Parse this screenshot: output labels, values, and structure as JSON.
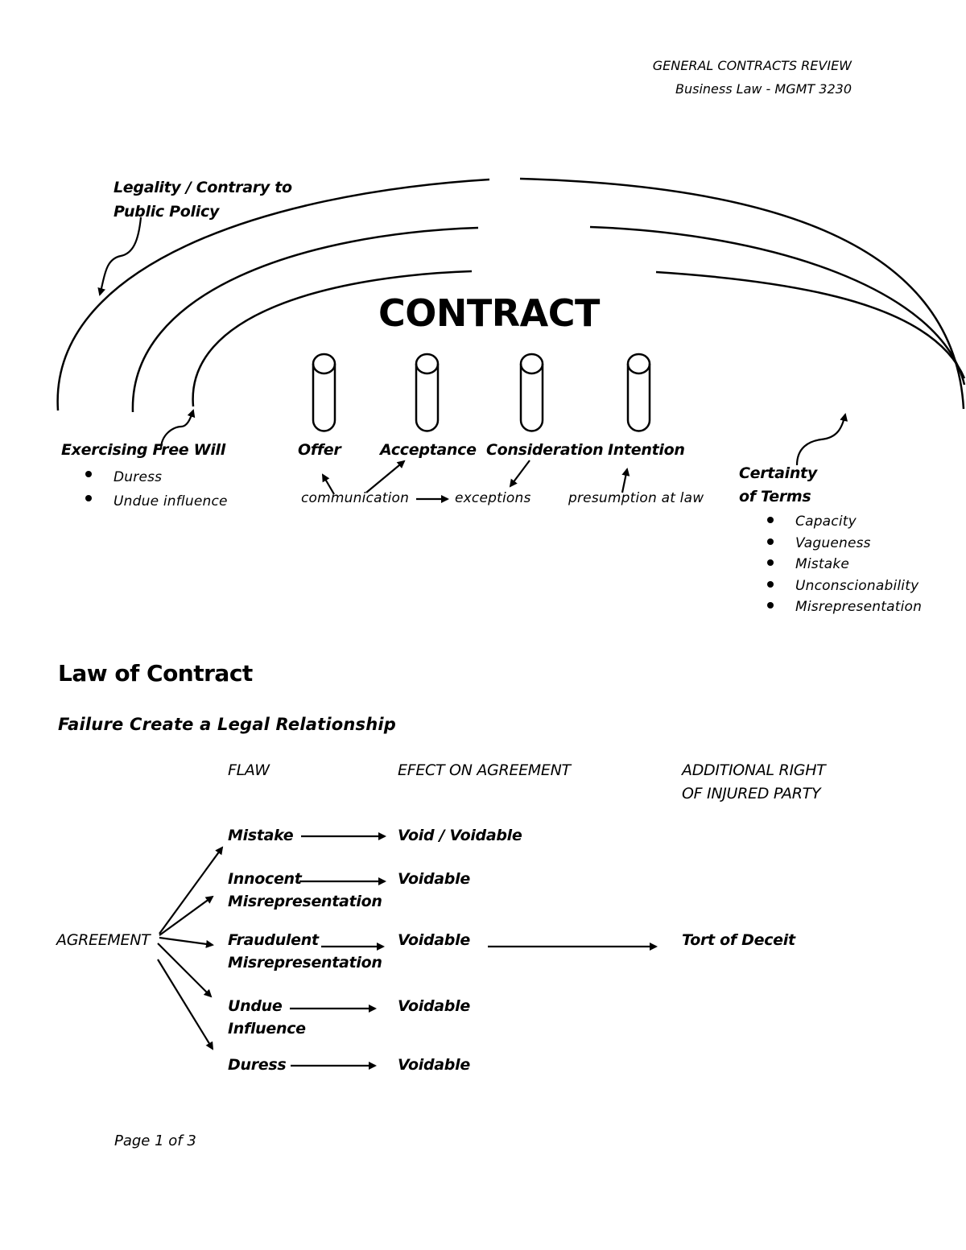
{
  "header": {
    "line1": "GENERAL CONTRACTS REVIEW",
    "line2": "Business Law - MGMT 3230"
  },
  "diagram": {
    "legality_line1": "Legality / Contrary to",
    "legality_line2": "Public Policy",
    "title": "CONTRACT",
    "free_will": {
      "label": "Exercising Free Will",
      "items": [
        "Duress",
        "Undue influence"
      ]
    },
    "pillars": {
      "offer": "Offer",
      "acceptance": "Acceptance",
      "consideration": "Consideration",
      "intention": "Intention"
    },
    "notes": {
      "communication": "communication",
      "exceptions": "exceptions",
      "presumption": "presumption at law"
    },
    "certainty": {
      "line1": "Certainty",
      "line2": "of Terms",
      "items": [
        "Capacity",
        "Vagueness",
        "Mistake",
        "Unconscionability",
        "Misrepresentation"
      ]
    }
  },
  "law": {
    "heading": "Law of Contract",
    "subheading": "Failure Create a Legal Relationship",
    "columns": {
      "flaw": "FLAW",
      "effect": "EFECT ON AGREEMENT",
      "additional_line1": "ADDITIONAL RIGHT",
      "additional_line2": "OF INJURED PARTY"
    },
    "agreement": "AGREEMENT",
    "rows": [
      {
        "flaw_line1": "Mistake",
        "flaw_line2": "",
        "effect": "Void / Voidable",
        "additional": ""
      },
      {
        "flaw_line1": "Innocent",
        "flaw_line2": "Misrepresentation",
        "effect": "Voidable",
        "additional": ""
      },
      {
        "flaw_line1": "Fraudulent",
        "flaw_line2": "Misrepresentation",
        "effect": "Voidable",
        "additional": "Tort of Deceit"
      },
      {
        "flaw_line1": "Undue",
        "flaw_line2": "Influence",
        "effect": "Voidable",
        "additional": ""
      },
      {
        "flaw_line1": "Duress",
        "flaw_line2": "",
        "effect": "Voidable",
        "additional": ""
      }
    ]
  },
  "footer": {
    "page": "Page 1 of 3"
  }
}
